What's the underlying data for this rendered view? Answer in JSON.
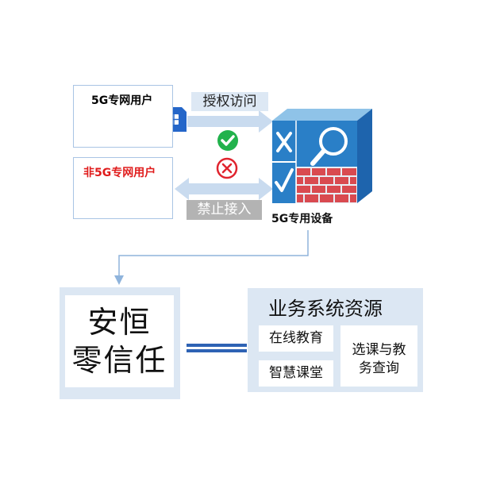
{
  "users": {
    "g5": {
      "title": "5G专网用户",
      "title_color": "#111111"
    },
    "non5g": {
      "title": "非5G专网用户",
      "title_color": "#e01c1c"
    }
  },
  "flows": {
    "authorized_label": "授权访问",
    "denied_label": "禁止接入"
  },
  "device": {
    "label": "5G专用设备"
  },
  "zero_trust": {
    "line1": "安恒",
    "line2": "零信任"
  },
  "business": {
    "title": "业务系统资源",
    "items": [
      "在线教育",
      "智慧课堂",
      "选课与教",
      "务查询"
    ]
  },
  "colors": {
    "accent_blue": "#1f4fa0",
    "light_panel": "#dce7f3",
    "check_green": "#22b24c",
    "cross_red": "#e0242e",
    "firewall_red": "#d94a50"
  }
}
